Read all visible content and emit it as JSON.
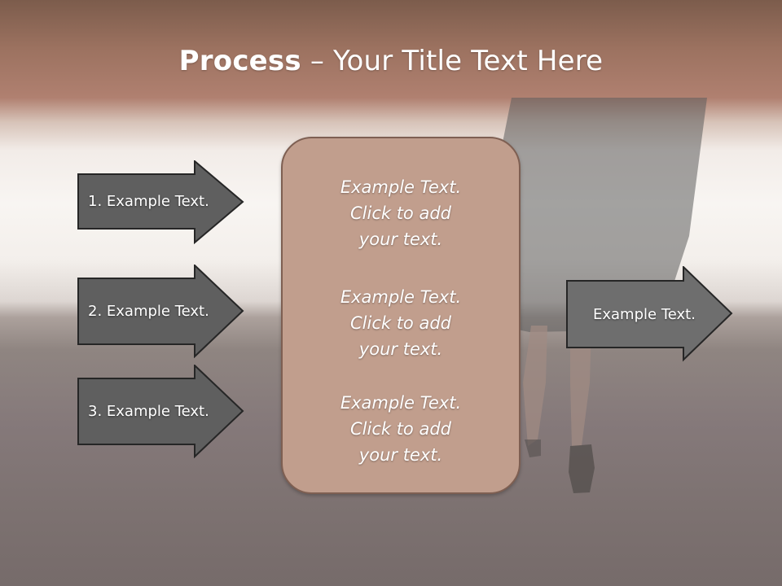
{
  "title": {
    "bold": "Process",
    "separator": " – ",
    "rest": "Your Title Text Here"
  },
  "left_arrows": [
    {
      "label": "1. Example Text."
    },
    {
      "label": "2. Example Text."
    },
    {
      "label": "3. Example Text."
    }
  ],
  "center_box": {
    "paragraphs": [
      "Example Text.\nClick  to add\nyour text.",
      "Example Text.\nClick  to add\nyour text.",
      "Example Text.\nClick  to add\nyour text."
    ]
  },
  "right_arrow": {
    "label": "Example Text."
  },
  "colors": {
    "arrow_fill": "#5f5f5f",
    "right_arrow_fill": "#6e6e6e",
    "arrow_stroke": "#262626",
    "box_fill": "#c19e8d",
    "box_border": "#7e5f52",
    "title_band": "#a67a66"
  }
}
